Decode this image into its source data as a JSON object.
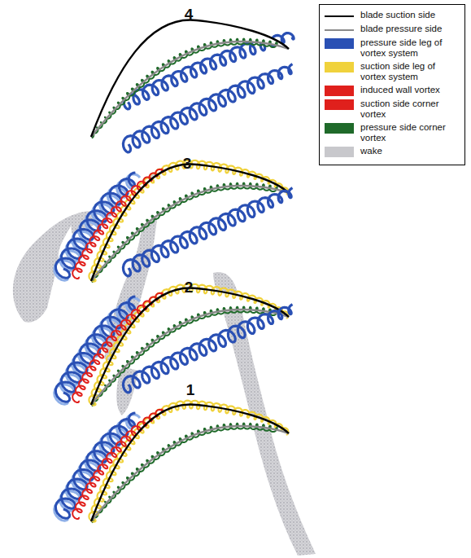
{
  "diagram": {
    "labels": [
      "4",
      "3",
      "2",
      "1"
    ],
    "legend": [
      {
        "text": "blade suction side"
      },
      {
        "text": "blade pressure side"
      },
      {
        "text": "pressure side leg of vortex system",
        "color": "#2a50b4"
      },
      {
        "text": "suction side leg of vortex system",
        "color": "#f0d23c"
      },
      {
        "text": "induced wall vortex",
        "color": "#e0201c"
      },
      {
        "text": "suction side corner vortex",
        "color": "#e0201c"
      },
      {
        "text": "pressure side corner vortex",
        "color": "#1f6a2a"
      },
      {
        "text": "wake",
        "color": "#c8c8cc"
      }
    ]
  }
}
